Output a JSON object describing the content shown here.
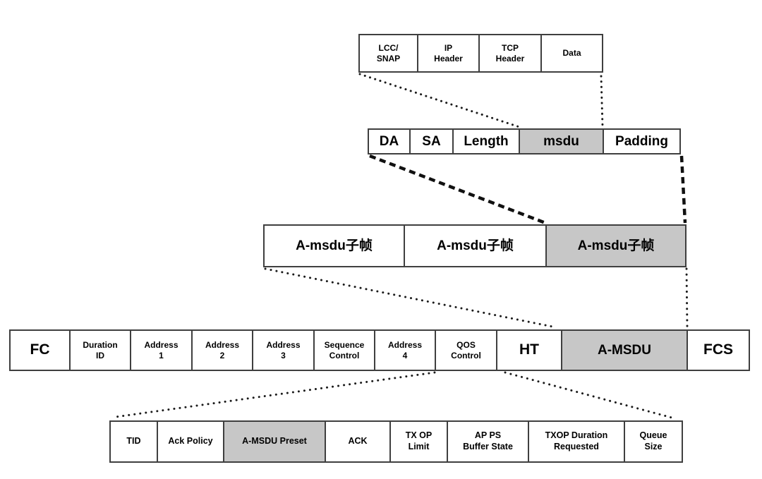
{
  "colors": {
    "box_fill": "#ffffff",
    "box_fill_highlight": "#c7c7c7",
    "box_border": "#3f3f3f",
    "connector_line": "#1a1a1a",
    "text": "#000000"
  },
  "diagram": {
    "rows": [
      {
        "id": "upper-layer-payload",
        "cells": [
          {
            "label": "LCC/\nSNAP",
            "highlight": false
          },
          {
            "label": "IP\nHeader",
            "highlight": false
          },
          {
            "label": "TCP\nHeader",
            "highlight": false
          },
          {
            "label": "Data",
            "highlight": false
          }
        ]
      },
      {
        "id": "msdu-subframe-fields",
        "cells": [
          {
            "label": "DA",
            "highlight": false
          },
          {
            "label": "SA",
            "highlight": false
          },
          {
            "label": "Length",
            "highlight": false
          },
          {
            "label": "msdu",
            "highlight": true
          },
          {
            "label": "Padding",
            "highlight": false
          }
        ]
      },
      {
        "id": "amsdu-aggregate",
        "cells": [
          {
            "label": "A-msdu子帧",
            "highlight": false
          },
          {
            "label": "A-msdu子帧",
            "highlight": false
          },
          {
            "label": "A-msdu子帧",
            "highlight": true
          }
        ]
      },
      {
        "id": "mac-frame",
        "cells": [
          {
            "label": "FC",
            "highlight": false
          },
          {
            "label": "Duration\nID",
            "highlight": false
          },
          {
            "label": "Address\n1",
            "highlight": false
          },
          {
            "label": "Address\n2",
            "highlight": false
          },
          {
            "label": "Address\n3",
            "highlight": false
          },
          {
            "label": "Sequence\nControl",
            "highlight": false
          },
          {
            "label": "Address\n4",
            "highlight": false
          },
          {
            "label": "QOS\nControl",
            "highlight": false
          },
          {
            "label": "HT",
            "highlight": false
          },
          {
            "label": "A-MSDU",
            "highlight": true
          },
          {
            "label": "FCS",
            "highlight": false
          }
        ]
      },
      {
        "id": "qos-control-fields",
        "cells": [
          {
            "label": "TID",
            "highlight": false
          },
          {
            "label": "Ack Policy",
            "highlight": false
          },
          {
            "label": "A-MSDU Preset",
            "highlight": true
          },
          {
            "label": "ACK",
            "highlight": false
          },
          {
            "label": "TX OP\nLimit",
            "highlight": false
          },
          {
            "label": "AP PS\nBuffer State",
            "highlight": false
          },
          {
            "label": "TXOP Duration\nRequested",
            "highlight": false
          },
          {
            "label": "Queue\nSize",
            "highlight": false
          }
        ]
      }
    ]
  }
}
